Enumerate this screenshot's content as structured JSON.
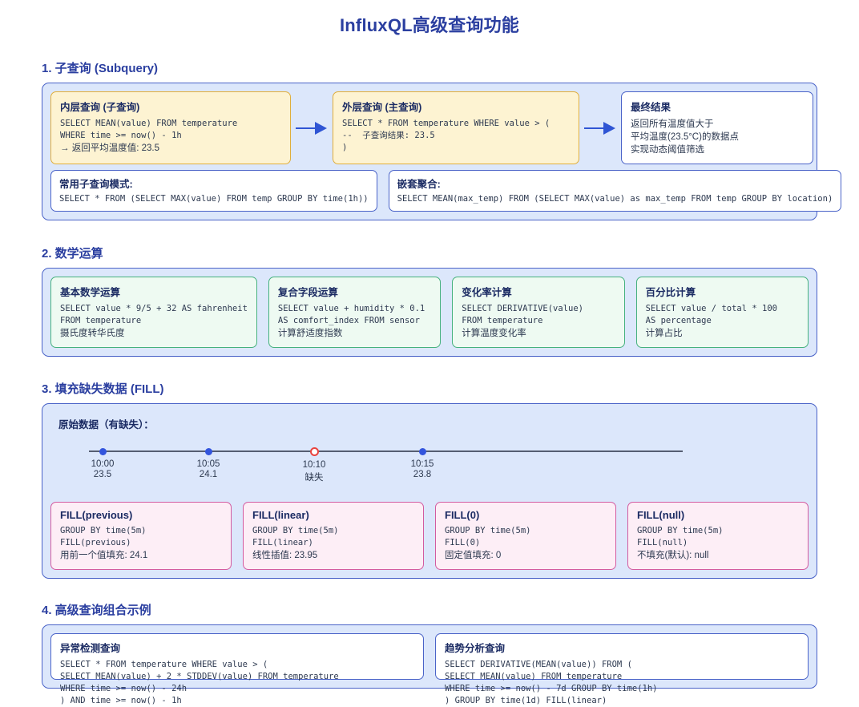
{
  "page": {
    "title": "InfluxQL高级查询功能"
  },
  "sections": [
    {
      "heading": "1. 子查询 (Subquery)",
      "flow": {
        "inner": {
          "title": "内层查询 (子查询)",
          "code": "SELECT MEAN(value) FROM temperature\nWHERE time >= now() - 1h",
          "note": "→ 返回平均温度值: 23.5"
        },
        "arrow1": "arrow-right-icon",
        "outer": {
          "title": "外层查询 (主查询)",
          "code": "SELECT * FROM temperature WHERE value > (\n--  子查询结果: 23.5\n)"
        },
        "arrow2": "arrow-right-icon",
        "result": {
          "title": "最终结果",
          "lines": "返回所有温度值大于\n平均温度(23.5°C)的数据点\n实现动态阈值筛选"
        }
      },
      "patterns": [
        {
          "title": "常用子查询模式:",
          "code": "SELECT * FROM (SELECT MAX(value) FROM temp GROUP BY time(1h))"
        },
        {
          "title": "嵌套聚合:",
          "code": "SELECT MEAN(max_temp) FROM (SELECT MAX(value) as max_temp FROM temp GROUP BY location)"
        }
      ]
    },
    {
      "heading": "2. 数学运算",
      "cards": [
        {
          "title": "基本数学运算",
          "code": "SELECT value * 9/5 + 32 AS fahrenheit\nFROM temperature",
          "note": "摄氏度转华氏度"
        },
        {
          "title": "复合字段运算",
          "code": "SELECT value + humidity * 0.1\nAS comfort_index FROM sensor",
          "note": "计算舒适度指数"
        },
        {
          "title": "变化率计算",
          "code": "SELECT DERIVATIVE(value)\nFROM temperature",
          "note": "计算温度变化率"
        },
        {
          "title": "百分比计算",
          "code": "SELECT value / total * 100\nAS percentage",
          "note": "计算占比"
        }
      ]
    },
    {
      "heading": "3. 填充缺失数据 (FILL)",
      "raw_label": "原始数据（有缺失）：",
      "timeline": [
        {
          "time": "10:00",
          "value": "23.5",
          "missing": false
        },
        {
          "time": "10:05",
          "value": "24.1",
          "missing": false
        },
        {
          "time": "10:10",
          "value": "缺失",
          "missing": true
        },
        {
          "time": "10:15",
          "value": "23.8",
          "missing": false
        }
      ],
      "fills": [
        {
          "title": "FILL(previous)",
          "code": "GROUP BY time(5m)\nFILL(previous)",
          "note": "用前一个值填充: 24.1"
        },
        {
          "title": "FILL(linear)",
          "code": "GROUP BY time(5m)\nFILL(linear)",
          "note": "线性插值: 23.95"
        },
        {
          "title": "FILL(0)",
          "code": "GROUP BY time(5m)\nFILL(0)",
          "note": "固定值填充: 0"
        },
        {
          "title": "FILL(null)",
          "code": "GROUP BY time(5m)\nFILL(null)",
          "note": "不填充(默认): null"
        }
      ]
    },
    {
      "heading": "4. 高级查询组合示例",
      "cards": [
        {
          "title": "异常检测查询",
          "code": "SELECT * FROM temperature WHERE value > (\nSELECT MEAN(value) + 2 * STDDEV(value) FROM temperature\nWHERE time >= now() - 24h\n) AND time >= now() - 1h"
        },
        {
          "title": "趋势分析查询",
          "code": "SELECT DERIVATIVE(MEAN(value)) FROM (\nSELECT MEAN(value) FROM temperature\nWHERE time >= now() - 7d GROUP BY time(1h)\n) GROUP BY time(1d) FILL(linear)"
        }
      ]
    }
  ],
  "colors": {
    "title": "#2b3fa0",
    "panel_bg": "#dce7fb",
    "panel_border": "#4a63c8",
    "yellow_border": "#e0ae3c",
    "yellow_bg": "#fdf3d2",
    "green_border": "#45b17e",
    "green_bg": "#eefaf2",
    "pink_border": "#d35ba0",
    "pink_bg": "#fdeef6",
    "arrow": "#2f55d4",
    "dot": "#3355dd",
    "missing_dot": "#e8433f"
  }
}
